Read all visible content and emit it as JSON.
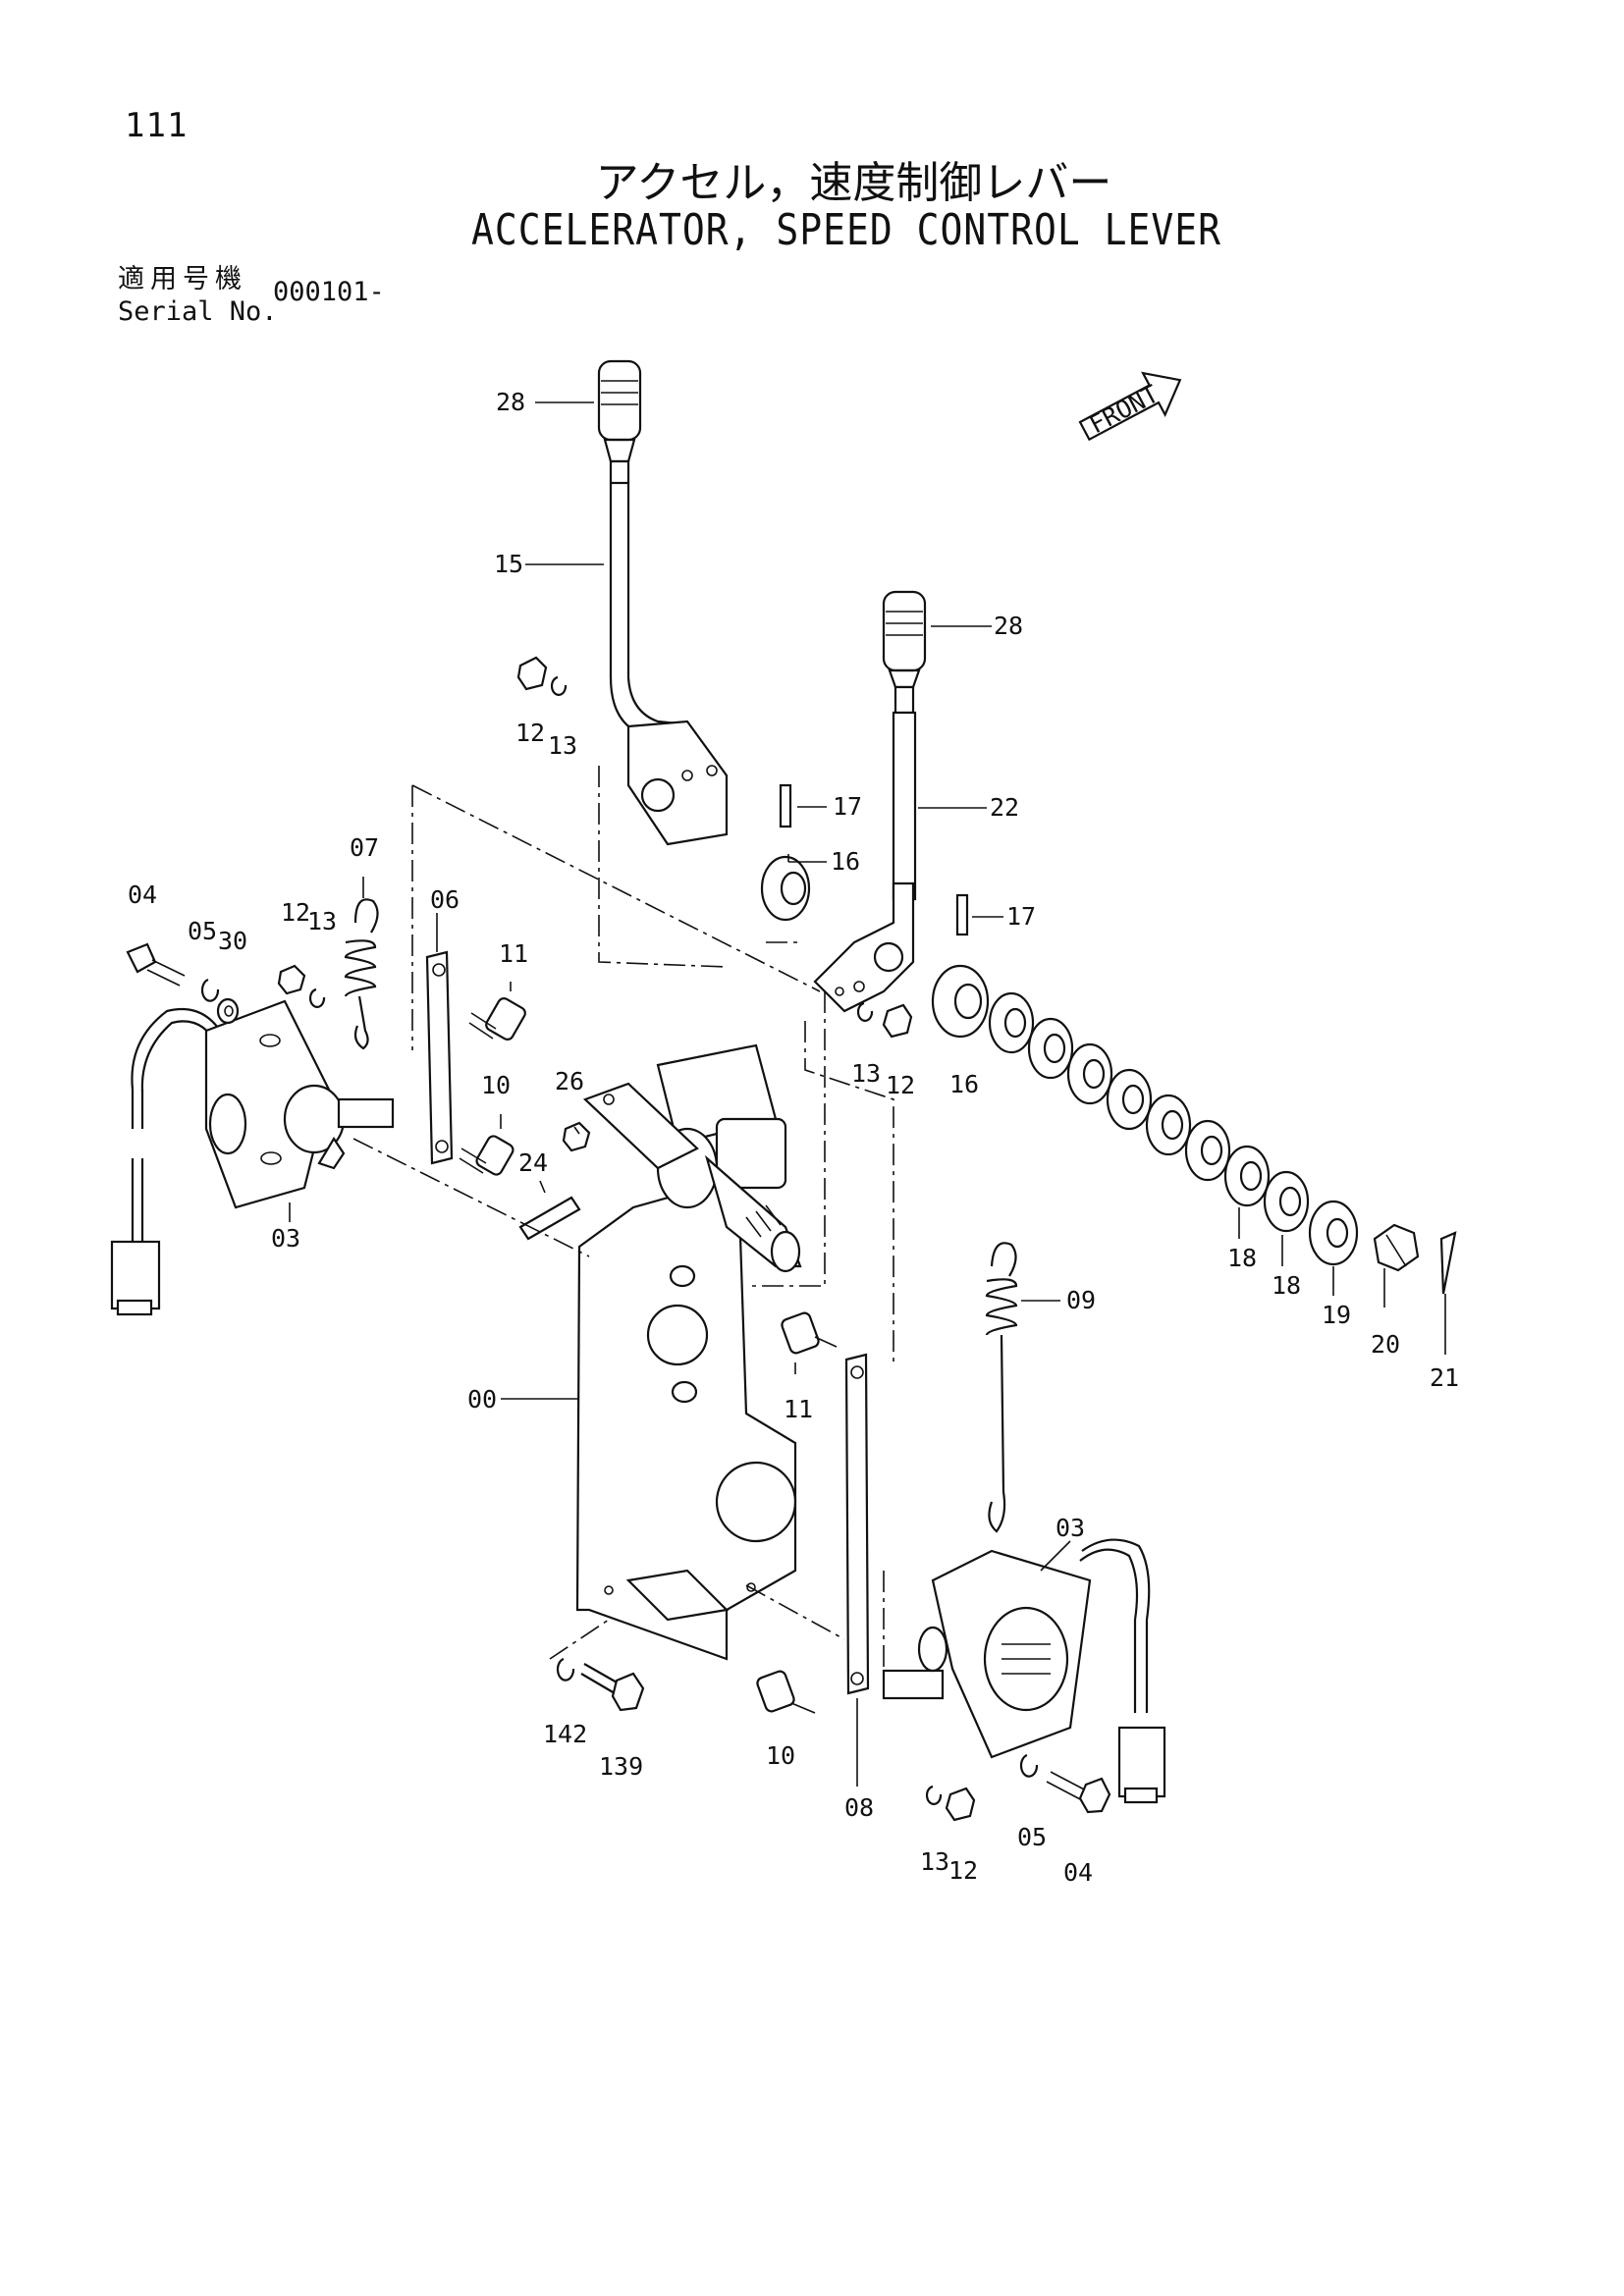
{
  "header": {
    "page_number": "111",
    "title_jp": "アクセル，速度制御レバー",
    "title_en": "ACCELERATOR, SPEED CONTROL LEVER",
    "serial_label_jp": "適用号機",
    "serial_label_en": "Serial No.",
    "serial_value": "000101-"
  },
  "diagram": {
    "front_label": "FRONT",
    "callouts": [
      {
        "id": "c28a",
        "text": "28"
      },
      {
        "id": "c15",
        "text": "15"
      },
      {
        "id": "c28b",
        "text": "28"
      },
      {
        "id": "c12a",
        "text": "12"
      },
      {
        "id": "c13a",
        "text": "13"
      },
      {
        "id": "c17a",
        "text": "17"
      },
      {
        "id": "c22",
        "text": "22"
      },
      {
        "id": "c16a",
        "text": "16"
      },
      {
        "id": "c07",
        "text": "07"
      },
      {
        "id": "c04a",
        "text": "04"
      },
      {
        "id": "c05a",
        "text": "05"
      },
      {
        "id": "c30",
        "text": "30"
      },
      {
        "id": "c12b",
        "text": "12"
      },
      {
        "id": "c13b",
        "text": "13"
      },
      {
        "id": "c06",
        "text": "06"
      },
      {
        "id": "c11a",
        "text": "11"
      },
      {
        "id": "c17b",
        "text": "17"
      },
      {
        "id": "c13c",
        "text": "13"
      },
      {
        "id": "c12c",
        "text": "12"
      },
      {
        "id": "c16b",
        "text": "16"
      },
      {
        "id": "c10a",
        "text": "10"
      },
      {
        "id": "c26",
        "text": "26"
      },
      {
        "id": "c24",
        "text": "24"
      },
      {
        "id": "c03a",
        "text": "03"
      },
      {
        "id": "c18a",
        "text": "18"
      },
      {
        "id": "c18b",
        "text": "18"
      },
      {
        "id": "c19",
        "text": "19"
      },
      {
        "id": "c20",
        "text": "20"
      },
      {
        "id": "c21",
        "text": "21"
      },
      {
        "id": "c09",
        "text": "09"
      },
      {
        "id": "c11b",
        "text": "11"
      },
      {
        "id": "c00",
        "text": "00"
      },
      {
        "id": "c03b",
        "text": "03"
      },
      {
        "id": "c142",
        "text": "142"
      },
      {
        "id": "c139",
        "text": "139"
      },
      {
        "id": "c10b",
        "text": "10"
      },
      {
        "id": "c08",
        "text": "08"
      },
      {
        "id": "c05b",
        "text": "05"
      },
      {
        "id": "c04b",
        "text": "04"
      },
      {
        "id": "c13d",
        "text": "13"
      },
      {
        "id": "c12d",
        "text": "12"
      }
    ]
  }
}
